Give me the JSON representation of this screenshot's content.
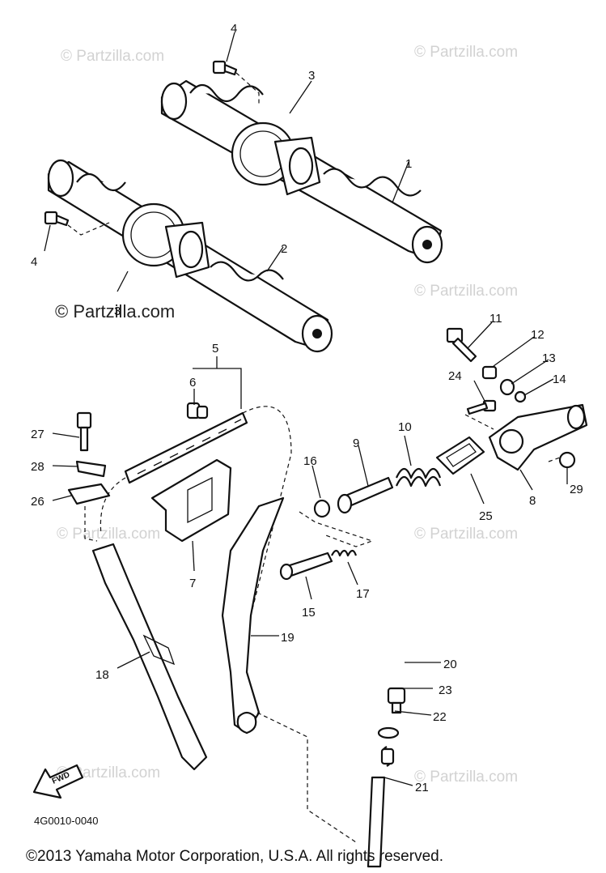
{
  "watermark": {
    "text": "© Partzilla.com",
    "main_text": "© Partzilla.com"
  },
  "diagram_code": "4G0010-0040",
  "direction_label": "FWD",
  "copyright": "©2013  Yamaha Motor Corporation, U.S.A. All rights reserved.",
  "callouts": [
    "1",
    "2",
    "3",
    "3",
    "4",
    "4",
    "5",
    "6",
    "7",
    "8",
    "9",
    "10",
    "11",
    "12",
    "13",
    "14",
    "15",
    "16",
    "17",
    "18",
    "19",
    "20",
    "21",
    "22",
    "23",
    "24",
    "25",
    "26",
    "27",
    "28",
    "29"
  ],
  "colors": {
    "line": "#111111",
    "watermark": "#d2d2d2",
    "background": "#ffffff"
  }
}
